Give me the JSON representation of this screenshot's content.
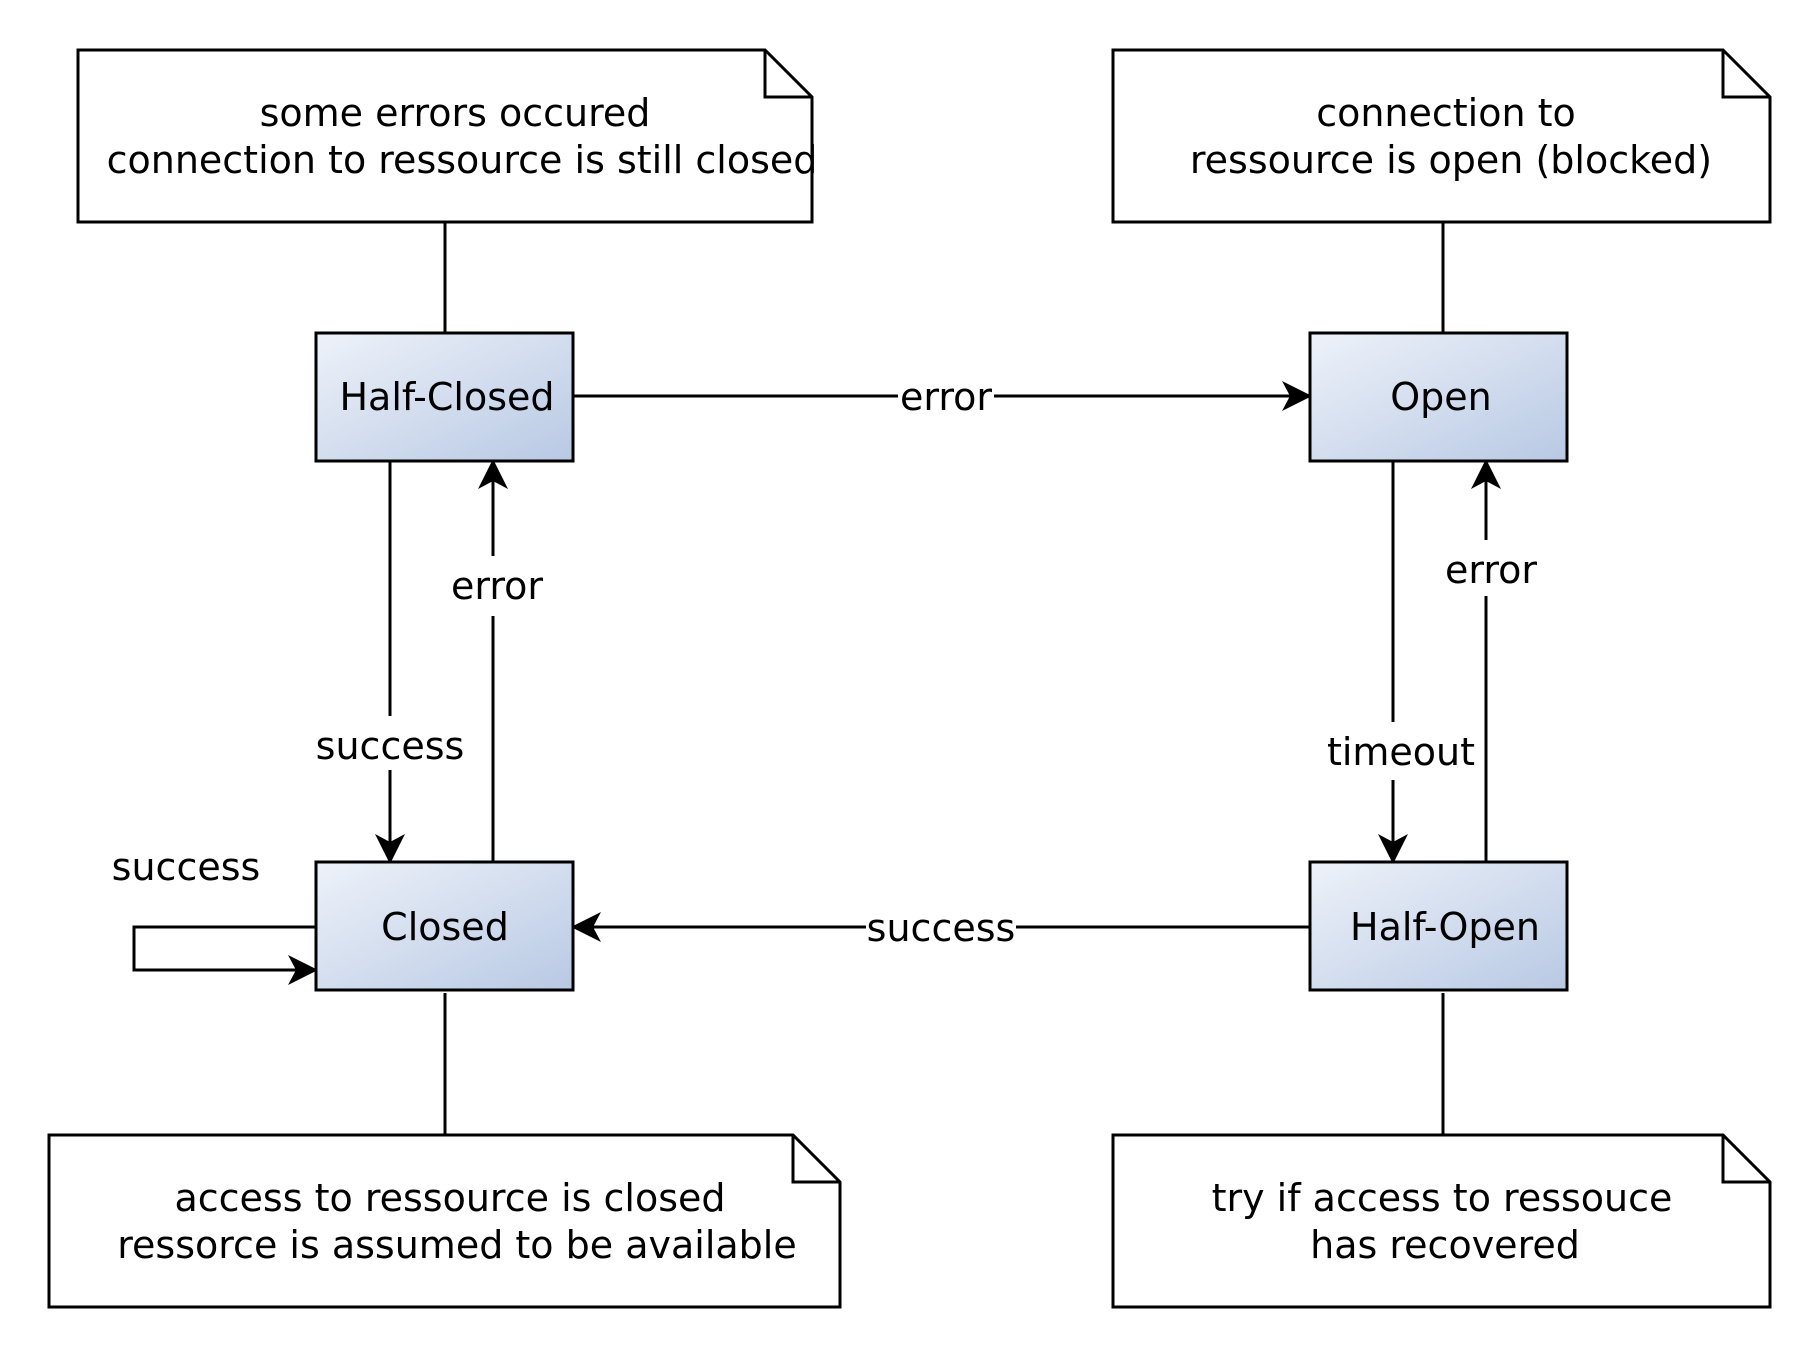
{
  "notes": {
    "half_closed": {
      "line1": "some errors occured",
      "line2": "connection to ressource is still closed"
    },
    "open": {
      "line1": "connection to",
      "line2": "ressource is open (blocked)"
    },
    "closed": {
      "line1": "access to ressource is closed",
      "line2": "ressorce is assumed to be available"
    },
    "half_open": {
      "line1": "try if access to ressouce",
      "line2": "has recovered"
    }
  },
  "states": {
    "half_closed": "Half-Closed",
    "open": "Open",
    "closed": "Closed",
    "half_open": "Half-Open"
  },
  "transitions": {
    "half_closed_to_open": "error",
    "half_closed_to_closed": "success",
    "closed_to_half_closed": "error",
    "closed_self_loop": "success",
    "half_open_to_closed": "success",
    "open_to_half_open": "timeout",
    "half_open_to_open": "error"
  },
  "colors": {
    "state_fill_light": "#eef2f9",
    "state_fill_dark": "#b8c9e4",
    "stroke": "#000000"
  }
}
